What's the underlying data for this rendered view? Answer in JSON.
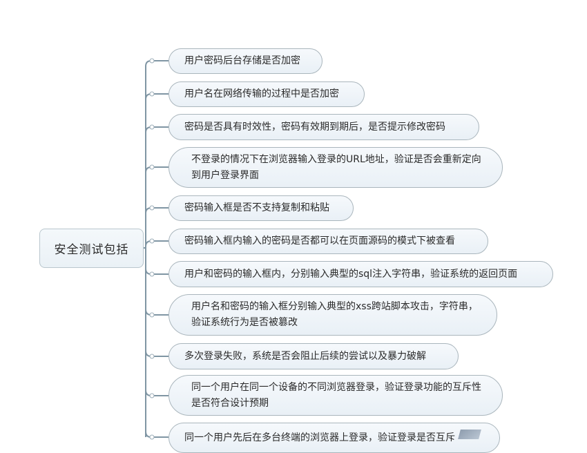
{
  "mindmap": {
    "root": {
      "label": "安全测试包括"
    },
    "children": [
      {
        "label": "用户密码后台存储是否加密"
      },
      {
        "label": "用户名在网络传输的过程中是否加密"
      },
      {
        "label": "密码是否具有时效性，密码有效期到期后，是否提示修改密码"
      },
      {
        "label": "不登录的情况下在浏览器输入登录的URL地址，验证是否会重新定向到用户登录界面"
      },
      {
        "label": "密码输入框是否不支持复制和粘贴"
      },
      {
        "label": "密码输入框内输入的密码是否都可以在页面源码的模式下被查看"
      },
      {
        "label": "用户和密码的输入框内，分别输入典型的sql注入字符串，验证系统的返回页面"
      },
      {
        "label": "用户名和密码的输入框分别输入典型的xss跨站脚本攻击，字符串，验证系统行为是否被篡改"
      },
      {
        "label": "多次登录失败，系统是否会阻止后续的尝试以及暴力破解"
      },
      {
        "label": "同一个用户在同一个设备的不同浏览器登录，验证登录功能的互斥性是否符合设计预期"
      },
      {
        "label": "同一个用户先后在多台终端的浏览器上登录，验证登录是否互斥"
      }
    ]
  },
  "colors": {
    "connector": "#7f95a3",
    "node_border": "#a9b5bc",
    "node_fill_top": "#f6f9fc",
    "node_fill_bottom": "#e9f0f6",
    "text": "#2a2a2a"
  }
}
